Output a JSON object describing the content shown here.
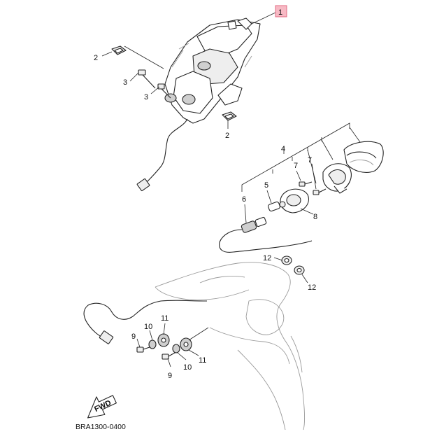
{
  "diagram_code": "BRA1300-0400",
  "fwd_label": "FWD",
  "callouts": {
    "c1": "1",
    "c2a": "2",
    "c2b": "2",
    "c3a": "3",
    "c3b": "3",
    "c4": "4",
    "c5": "5",
    "c6": "6",
    "c7a": "7",
    "c7b": "7",
    "c8": "8",
    "c9a": "9",
    "c9b": "9",
    "c10a": "10",
    "c10b": "10",
    "c11a": "11",
    "c11b": "11",
    "c12a": "12",
    "c12b": "12"
  },
  "colors": {
    "highlight_fill": "#f7b9c4",
    "highlight_stroke": "#e06a82",
    "line": "#222222"
  }
}
